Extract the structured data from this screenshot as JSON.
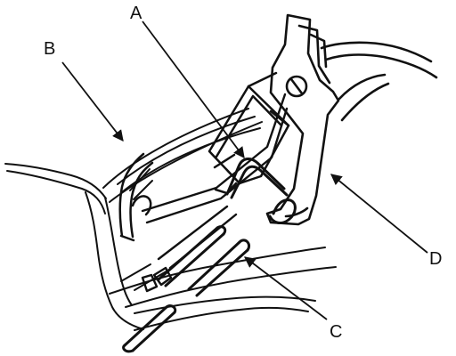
{
  "diagram": {
    "colors": {
      "stroke": "#111111",
      "background": "#ffffff"
    },
    "callouts": {
      "a": "A",
      "b": "B",
      "c": "C",
      "d": "D"
    }
  }
}
